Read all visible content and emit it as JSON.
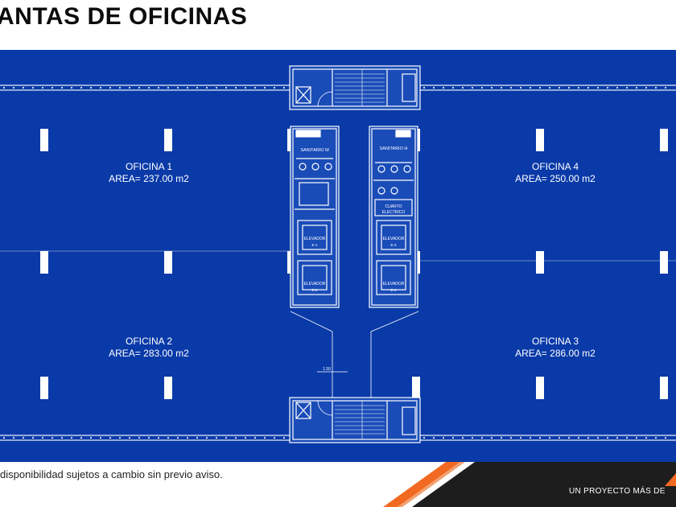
{
  "page": {
    "title": "ANTAS DE OFICINAS",
    "footer_note": "disponibilidad sujetos a cambio sin previo aviso.",
    "footer_brand": "UN PROYECTO MÁS DE"
  },
  "colors": {
    "plan_background": "#0a3aa8",
    "lines": "#ffffff",
    "footer_dark": "#1d1d1d",
    "footer_accent": "#f26a21"
  },
  "offices": [
    {
      "name": "OFICINA 1",
      "area": "AREA= 237.00 m2"
    },
    {
      "name": "OFICINA 2",
      "area": "AREA= 283.00 m2"
    },
    {
      "name": "OFICINA 3",
      "area": "AREA= 286.00 m2"
    },
    {
      "name": "OFICINA 4",
      "area": "AREA= 250.00 m2"
    }
  ],
  "core": {
    "sanitario_m": "SANITARIO M",
    "sanitario_h": "SANITARIO H",
    "cuarto_electrico_1": "CUARTO",
    "cuarto_electrico_2": "ELECTRICO",
    "elevator_label": "ELEVADOR",
    "elevator_tags": [
      "E-1",
      "E-2",
      "E-3",
      "E-4"
    ],
    "dimension": "1.50"
  }
}
